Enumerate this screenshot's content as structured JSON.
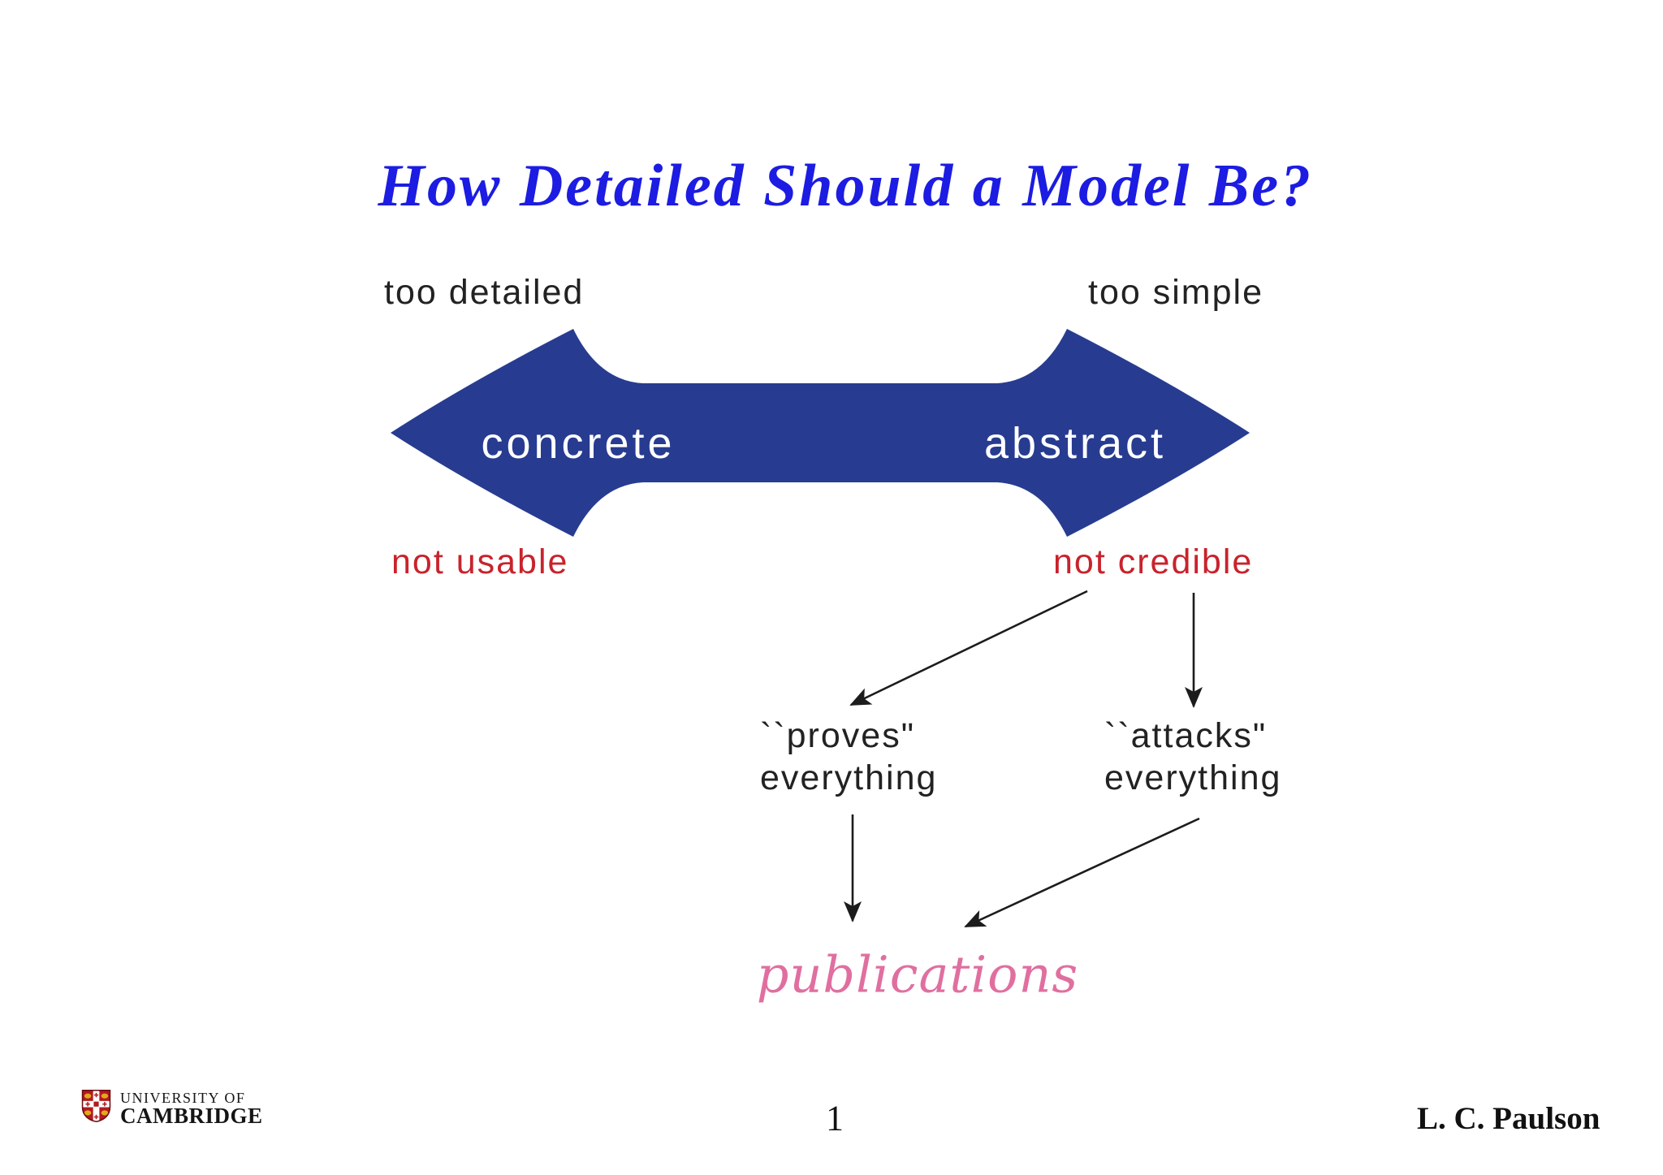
{
  "slide": {
    "title": "How Detailed Should a Model Be?",
    "spectrum": {
      "left_top_label": "too detailed",
      "right_top_label": "too simple",
      "arrow_left_label": "concrete",
      "arrow_right_label": "abstract",
      "left_bottom_label": "not usable",
      "right_bottom_label": "not credible"
    },
    "consequences": {
      "proves_line1": "``proves\"",
      "proves_line2": "everything",
      "attacks_line1": "``attacks\"",
      "attacks_line2": "everything"
    },
    "outcome_label": "publications"
  },
  "footer": {
    "logo_line1": "UNIVERSITY OF",
    "logo_line2": "CAMBRIDGE",
    "page_number": "1",
    "author": "L. C. Paulson"
  },
  "colors": {
    "title_blue": "#1c1ce2",
    "arrow_blue": "#273c90",
    "warning_red": "#c8232c",
    "publications_pink": "#e06fa0",
    "text_dark": "#222222",
    "shield_red": "#b21a1f",
    "shield_gold": "#e3a81c"
  }
}
